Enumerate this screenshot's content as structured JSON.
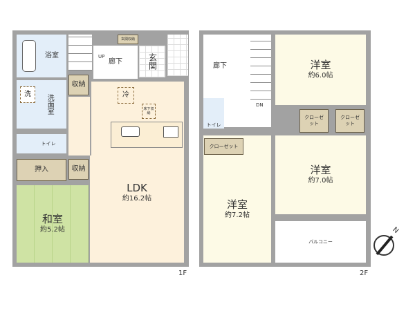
{
  "floor1": {
    "label": "1F",
    "bath": "浴室",
    "stair_up": "UP",
    "hall": "廊下",
    "entrance_storage": "玄関収納",
    "entrance": "玄関",
    "washroom": "洗面室",
    "washer": "洗",
    "storage1": "収納",
    "toilet": "トイレ",
    "fridge": "冷",
    "underfloor_storage": "床下収納",
    "ldk": {
      "name": "LDK",
      "size": "約16.2帖"
    },
    "closet": "押入",
    "storage2": "収納",
    "washitsu": {
      "name": "和室",
      "size": "約5.2帖"
    }
  },
  "floor2": {
    "label": "2F",
    "hall": "廊下",
    "stair_down": "DN",
    "toilet": "トイレ",
    "room_a": {
      "name": "洋室",
      "size": "約6.0帖"
    },
    "closet_a": "クローゼット",
    "closet_b": "クローゼット",
    "closet_c": "クローゼット",
    "room_b": {
      "name": "洋室",
      "size": "約7.0帖"
    },
    "room_c": {
      "name": "洋室",
      "size": "約7.2帖"
    },
    "balcony": "バルコニー"
  },
  "compass": {
    "label": "N"
  }
}
